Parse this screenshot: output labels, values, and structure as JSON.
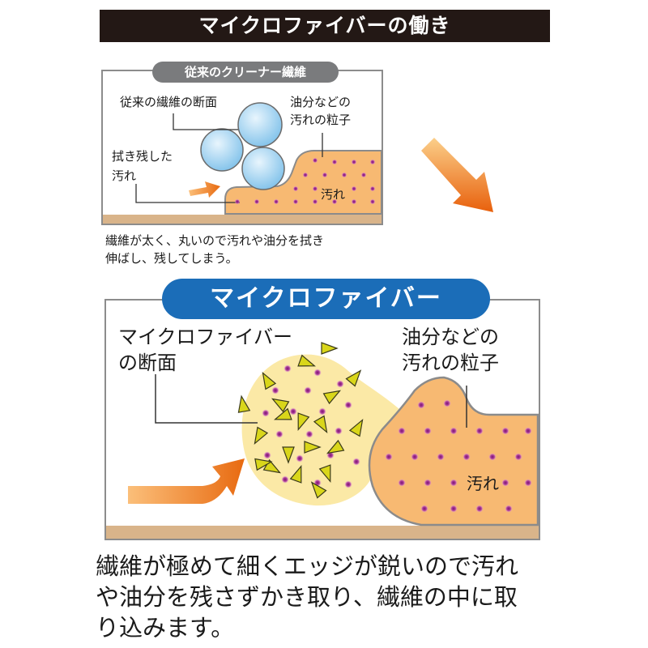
{
  "title": "マイクロファイバーの働き",
  "conventional": {
    "tab": "従来のクリーナー繊維",
    "fiber_label": "従来の繊維の断面",
    "residue_label_line1": "拭き残した",
    "residue_label_line2": "汚れ",
    "particles_label_line1": "油分などの",
    "particles_label_line2": "汚れの粒子",
    "dirt_label": "汚れ",
    "caption_line1": "繊維が太く、丸いので汚れや油分を拭き",
    "caption_line2": "伸ばし、残してしまう。"
  },
  "microfiber": {
    "tab": "マイクロファイバー",
    "cross_section_line1": "マイクロファイバー",
    "cross_section_line2": "の断面",
    "particles_label_line1": "油分などの",
    "particles_label_line2": "汚れの粒子",
    "dirt_label": "汚れ",
    "caption_line1": "繊維が極めて細くエッジが鋭いので汚れ",
    "caption_line2": "や油分を残さずかき取り、繊維の中に取",
    "caption_line3": "り込みます。"
  },
  "colors": {
    "dark_bar": "#231815",
    "gray_tab": "#7a7b7d",
    "blue_tab": "#1b6db8",
    "dirt_fill": "#f7b972",
    "dirt_stroke": "#8b8b8b",
    "ground": "#d9b48a",
    "particle": "#9a2a8a",
    "fiber_circle": "#a8d4f0",
    "micro_blob": "#fbe9a6",
    "spike": "#d9d61a",
    "arrow": "#f08a16"
  }
}
